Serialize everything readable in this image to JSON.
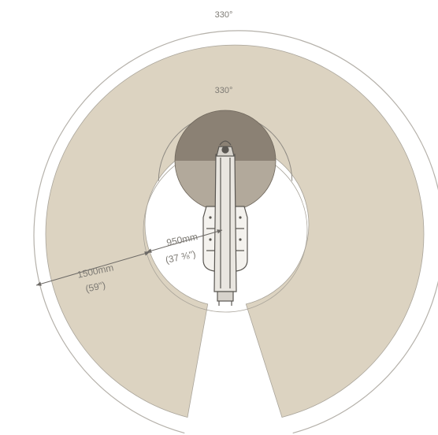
{
  "diagram": {
    "outer_sweep_label": "330°",
    "inner_sweep_label": "330°",
    "outer_reach": {
      "metric": "1500mm",
      "imperial": "(59\")"
    },
    "inner_reach": {
      "metric": "950mm",
      "imperial": "(37 ⅜\")"
    }
  },
  "colors": {
    "workspace_fill": "#dcd3c1",
    "workspace_stroke": "#a9a49a",
    "base_disk": "#8b8174",
    "base_disk_overlap": "#b4ab9d",
    "robot_line": "#5a5752",
    "dimension_line": "#6d6a66",
    "label": "#7d7a74"
  },
  "icons": [
    "robot-arm-top-view"
  ]
}
